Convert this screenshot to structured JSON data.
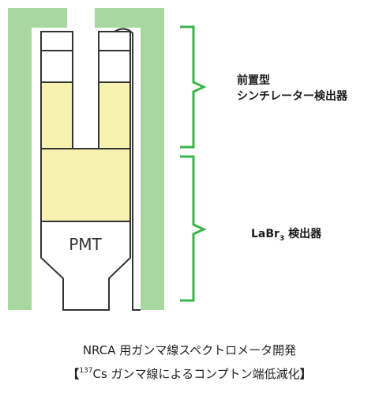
{
  "labels": {
    "pre_scint_line1": "前置型",
    "pre_scint_line2": "シンチレーター検出器",
    "labr_main": "LaBr",
    "labr_sub": "3",
    "labr_rest": " 検出器",
    "pmt": "PMT"
  },
  "caption": {
    "line1": "NRCA 用ガンマ線スペクトロメータ開発",
    "line2_open": "【",
    "line2_sup": "137",
    "line2_text": "Cs ガンマ線によるコンプトン端低減化",
    "line2_close": "】"
  },
  "colors": {
    "shield": "#a8d8a0",
    "scint": "#f7f2b0",
    "bracket": "#3cb44b",
    "outline": "#333333"
  }
}
